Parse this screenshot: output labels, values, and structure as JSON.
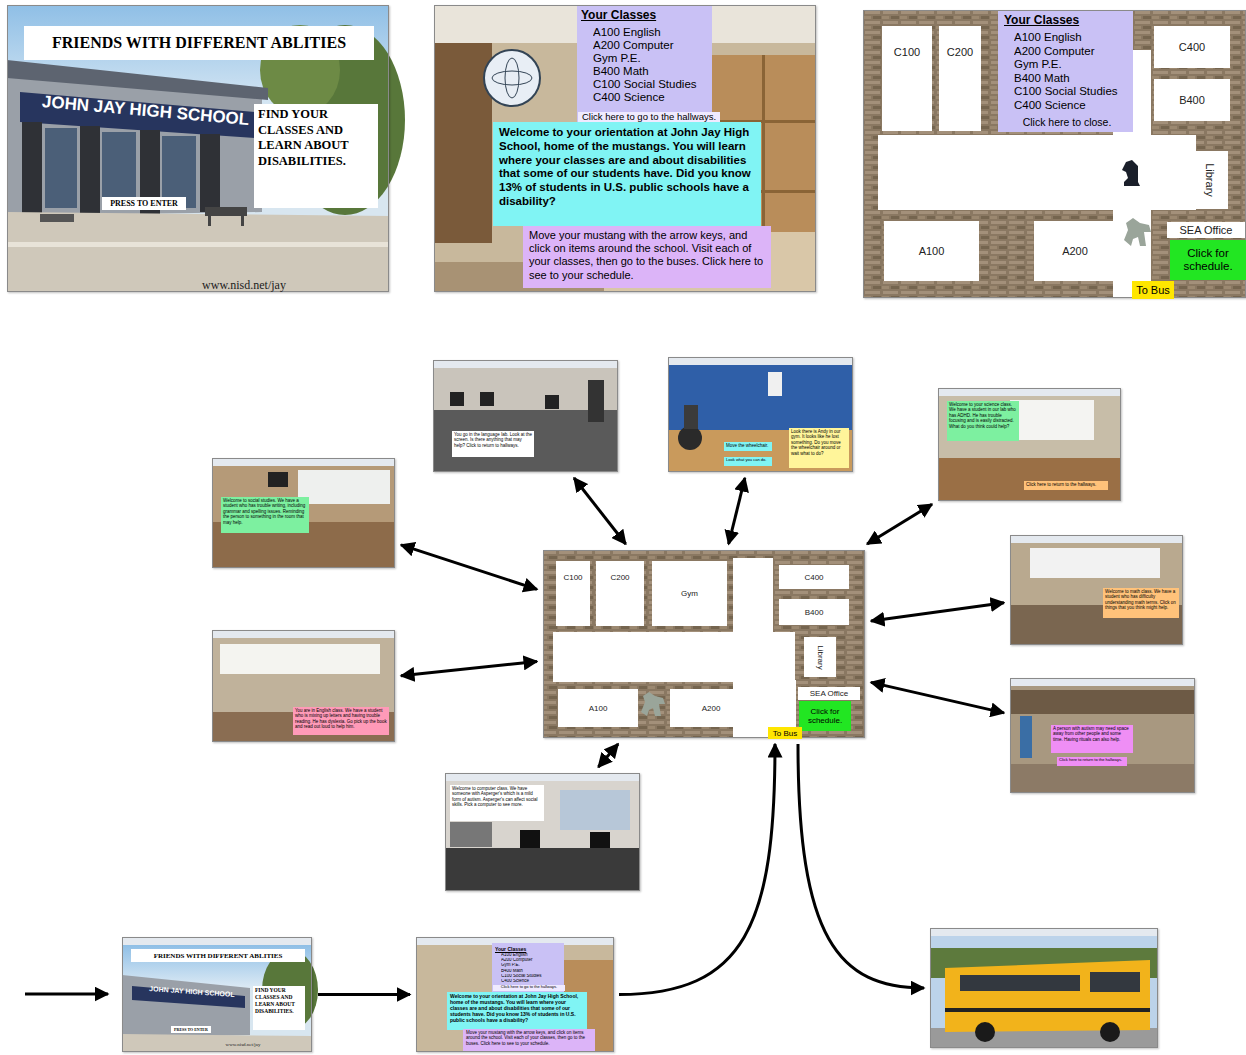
{
  "diagram": {
    "nodes": [
      {
        "text": [
          "FRIENDS WITH DIFFERENT ABLITIES",
          "JOHN JAY HIGH SCHOOL",
          "FIND YOUR CLASSES AND LEARN ABOUT DISABILITIES.",
          "PRESS TO ENTER",
          "www.nisd.net/jay"
        ]
      },
      {
        "text": [
          "Your Classes",
          "A100 English",
          "A200 Computer",
          "Gym P.E.",
          "B400 Math",
          "C100 Social Studies",
          "C400 Science",
          "Click here to go to the hallways.",
          "Welcome to your orientation at John Jay High School, home of the mustangs. You will learn where your classes are and about disabilities that some of our students have. Did you know 13% of students in U.S. public schools have a disability?",
          "Move your mustang with the arrow keys, and click on items around the school. Visit each of your classes, then go to the buses. Click here to see to your schedule."
        ]
      },
      {
        "text": [
          "Your Classes",
          "A100 English",
          "A200 Computer",
          "Gym P.E.",
          "B400 Math",
          "C100 Social Studies",
          "C400 Science",
          "Click here to close.",
          "C100",
          "C200",
          "C400",
          "B400",
          "Library",
          "A100",
          "A200",
          "SEA Office",
          "Click for schedule.",
          "To Bus"
        ]
      },
      {
        "text": [
          "You go in the language lab. Look at the screen. Is there anything that may help? Click to return to hallways."
        ]
      },
      {
        "text": [
          "Look there is Andy in our gym. It looks like he lost something. Do you move the wheelchair around or wait what to do?",
          "Move the wheelchair.",
          "Look what you can do."
        ]
      },
      {
        "text": [
          "Welcome to your science class. We have a student in our lab who has ADHD. He has trouble focusing and is easily distracted. What do you think could help?",
          "Click here to return to the hallways."
        ]
      },
      {
        "text": [
          "Welcome to social studies. We have a student who has trouble writing, including grammar and spelling issues. Reminding the person to something in the room that may help."
        ]
      },
      {
        "text": [
          "Welcome to math class. We have a student who has difficulty understanding math terms. Click on things that you think might help."
        ]
      },
      {
        "text": [
          "C100",
          "C200",
          "Gym",
          "C400",
          "B400",
          "Library",
          "A100",
          "A200",
          "SEA Office",
          "Click for schedule.",
          "To Bus"
        ]
      },
      {
        "text": [
          "You are in English class. We have a student who is mixing up letters and having trouble reading. He has dyslexia. Go pick up the book and read out loud to help him."
        ]
      },
      {
        "text": [
          "A person with autism may need space away from other people and some time. Having rituals can also help.",
          "Click here to return to the hallways."
        ]
      },
      {
        "text": [
          "Welcome to computer class. We have someone with Asperger's which is a mild form of autism. Asperger's can affect social skills. Pick a computer to see more."
        ]
      },
      {
        "text": [
          "FRIENDS WITH DIFFERENT ABLITIES",
          "JOHN JAY HIGH SCHOOL",
          "FIND YOUR CLASSES AND LEARN ABOUT DISABILITIES.",
          "PRESS TO ENTER",
          "www.nisd.net/jay"
        ]
      },
      {
        "text": [
          "Your Classes",
          "A100 English",
          "A200 Computer",
          "Gym P.E.",
          "B400 Math",
          "C100 Social Studies",
          "C400 Science",
          "Click here to go to the hallways.",
          "Welcome to your orientation at John Jay High School, home of the mustangs. You will learn where your classes are and about disabilities that some of our students have. Did you know 13% of students in U.S. public schools have a disability?",
          "Move your mustang with the arrow keys, and click on items around the school. Visit each of your classes, then go to the buses. Click here to see to your schedule."
        ]
      },
      {
        "text": []
      }
    ],
    "edges": [
      {
        "from": 3,
        "to": 8,
        "arrow": "both"
      },
      {
        "from": 4,
        "to": 8,
        "arrow": "both"
      },
      {
        "from": 5,
        "to": 8,
        "arrow": "both"
      },
      {
        "from": 6,
        "to": 8,
        "arrow": "both"
      },
      {
        "from": 7,
        "to": 8,
        "arrow": "both"
      },
      {
        "from": 9,
        "to": 8,
        "arrow": "both"
      },
      {
        "from": 10,
        "to": 8,
        "arrow": "both"
      },
      {
        "from": 11,
        "to": 8,
        "arrow": "both"
      },
      {
        "from": 12,
        "to": 13,
        "arrow": "to"
      },
      {
        "from": 13,
        "to": 8,
        "arrow": "to"
      },
      {
        "from": 8,
        "to": 14,
        "arrow": "to"
      }
    ]
  }
}
